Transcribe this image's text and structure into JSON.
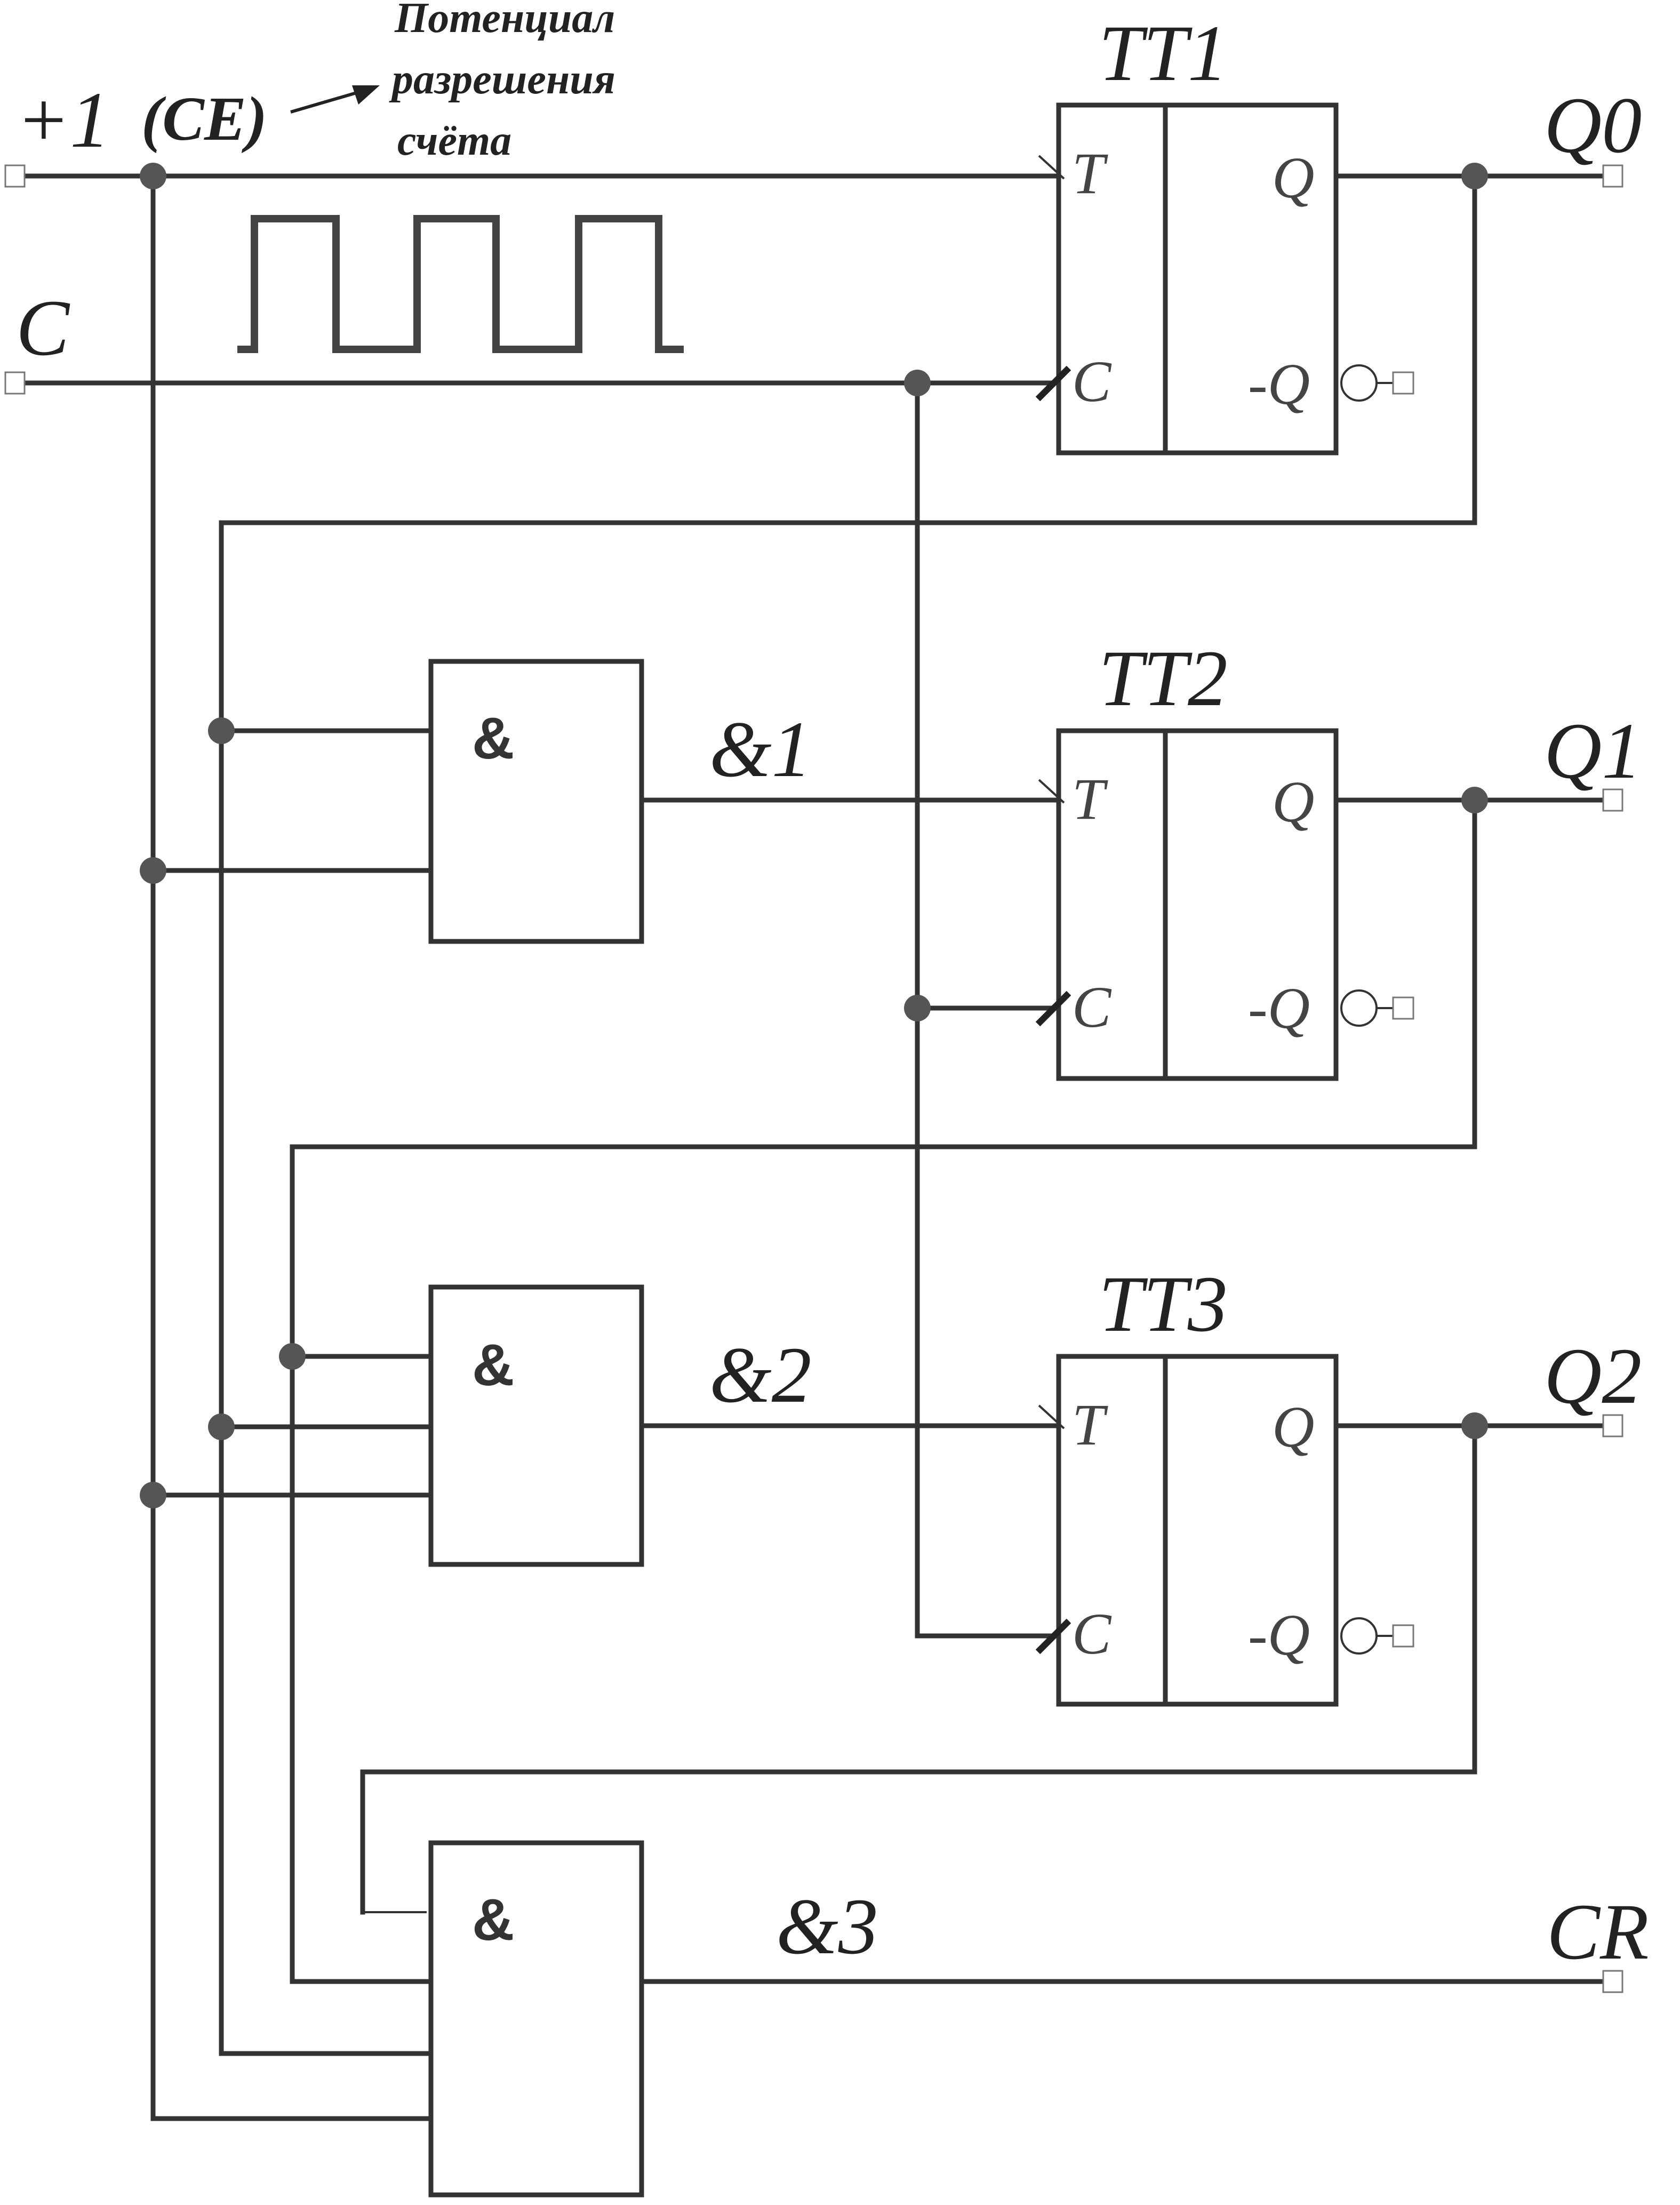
{
  "inputs": {
    "count_enable": "+1",
    "count_enable_tag": "(CE)",
    "clock": "C"
  },
  "note": {
    "line1": "Потенциал",
    "line2": "разрешения",
    "line3": "счёта"
  },
  "flipflops": [
    {
      "title": "TT1",
      "pin_t": "T",
      "pin_c": "C",
      "pin_q": "Q",
      "pin_nq": "-Q"
    },
    {
      "title": "TT2",
      "pin_t": "T",
      "pin_c": "C",
      "pin_q": "Q",
      "pin_nq": "-Q"
    },
    {
      "title": "TT3",
      "pin_t": "T",
      "pin_c": "C",
      "pin_q": "Q",
      "pin_nq": "-Q"
    }
  ],
  "gates": [
    {
      "symbol": "&",
      "output_label": "&1"
    },
    {
      "symbol": "&",
      "output_label": "&2"
    },
    {
      "symbol": "&",
      "output_label": "&3"
    }
  ],
  "outputs": {
    "q0": "Q0",
    "q1": "Q1",
    "q2": "Q2",
    "carry": "CR"
  },
  "colors": {
    "line": "#333333",
    "junction": "#555555",
    "background": "#ffffff"
  }
}
